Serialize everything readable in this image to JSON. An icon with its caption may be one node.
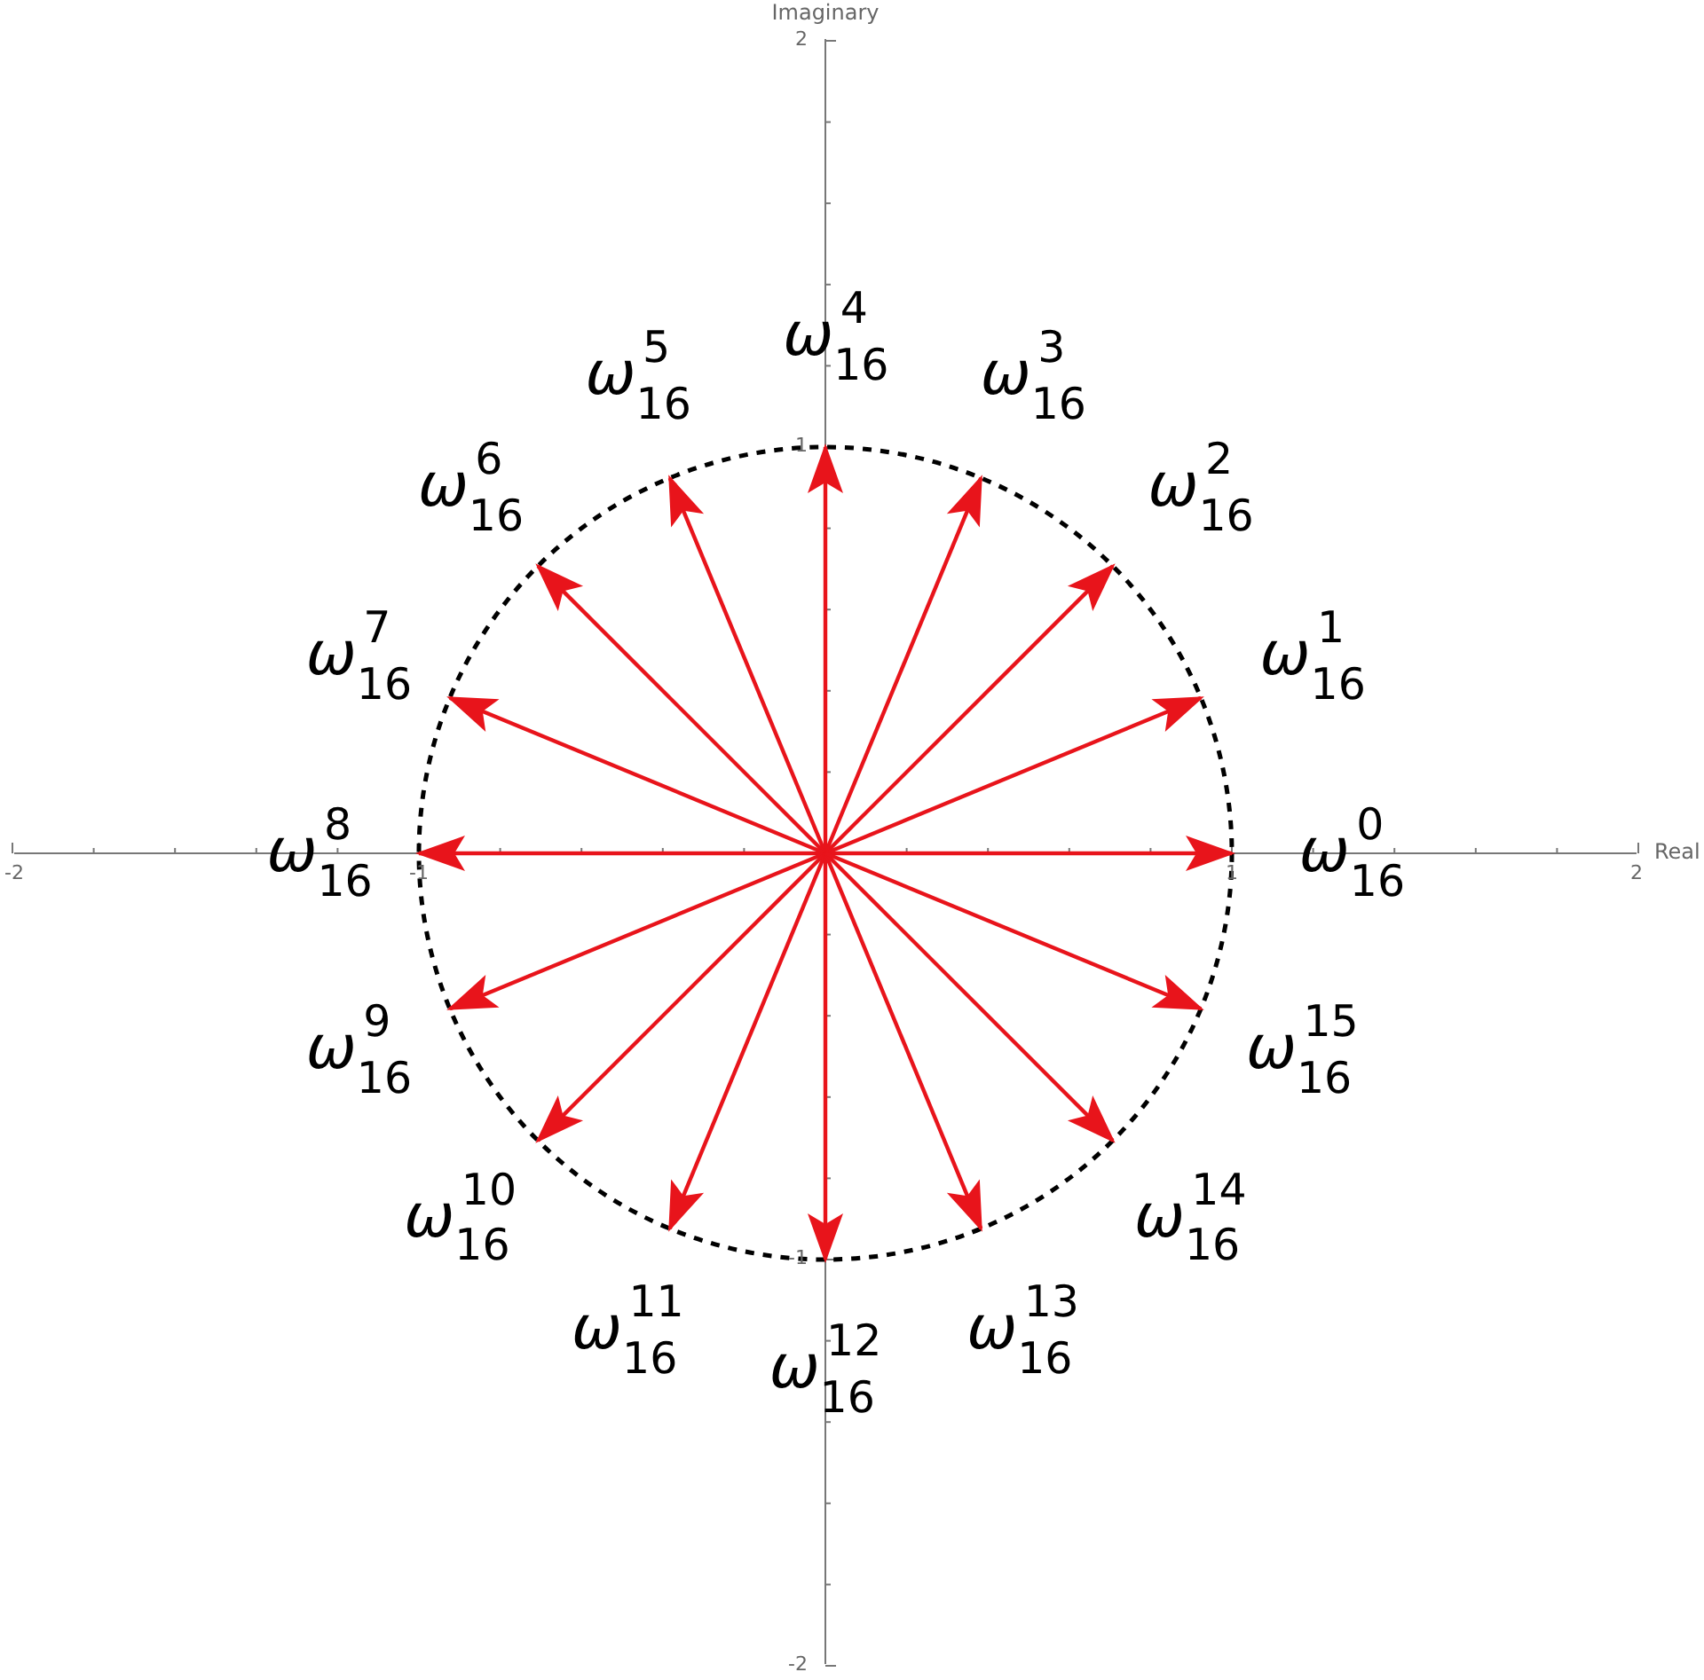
{
  "diagram": {
    "nodes": [
      {
        "text": [
          "ω$_{16}$$^{0}$"
        ]
      },
      {
        "text": [
          "ω$_{16}$$^{1}$"
        ]
      },
      {
        "text": [
          "ω$_{16}$$^{2}$"
        ]
      },
      {
        "text": [
          "ω$_{16}$$^{3}$"
        ]
      },
      {
        "text": [
          "ω$_{16}$$^{4}$"
        ]
      },
      {
        "text": [
          "ω$_{16}$$^{5}$"
        ]
      },
      {
        "text": [
          "ω$_{16}$$^{6}$"
        ]
      },
      {
        "text": [
          "ω$_{16}$$^{7}$"
        ]
      },
      {
        "text": [
          "ω$_{16}$$^{8}$"
        ]
      },
      {
        "text": [
          "ω$_{16}$$^{9}$"
        ]
      },
      {
        "text": [
          "ω$_{16}$$^{10}$"
        ]
      },
      {
        "text": [
          "ω$_{16}$$^{11}$"
        ]
      },
      {
        "text": [
          "ω$_{16}$$^{12}$"
        ]
      },
      {
        "text": [
          "ω$_{16}$$^{13}$"
        ]
      },
      {
        "text": [
          "ω$_{16}$$^{14}$"
        ]
      },
      {
        "text": [
          "ω$_{16}$$^{15}$"
        ]
      }
    ],
    "edges": [
      {
        "from": null,
        "to": 0,
        "arrow": "to"
      },
      {
        "from": null,
        "to": 1,
        "arrow": "to"
      },
      {
        "from": null,
        "to": 2,
        "arrow": "to"
      },
      {
        "from": null,
        "to": 3,
        "arrow": "to"
      },
      {
        "from": null,
        "to": 4,
        "arrow": "to"
      },
      {
        "from": null,
        "to": 5,
        "arrow": "to"
      },
      {
        "from": null,
        "to": 6,
        "arrow": "to"
      },
      {
        "from": null,
        "to": 7,
        "arrow": "to"
      },
      {
        "from": null,
        "to": 8,
        "arrow": "to"
      },
      {
        "from": null,
        "to": 9,
        "arrow": "to"
      },
      {
        "from": null,
        "to": 10,
        "arrow": "to"
      },
      {
        "from": null,
        "to": 11,
        "arrow": "to"
      },
      {
        "from": null,
        "to": 12,
        "arrow": "to"
      },
      {
        "from": null,
        "to": 13,
        "arrow": "to"
      },
      {
        "from": null,
        "to": 14,
        "arrow": "to"
      },
      {
        "from": null,
        "to": 15,
        "arrow": "to"
      }
    ],
    "labels": [
      "Imaginary",
      "2",
      "1",
      "-2",
      "-1",
      "1",
      "2",
      "Real",
      "-1",
      "-2"
    ]
  }
}
